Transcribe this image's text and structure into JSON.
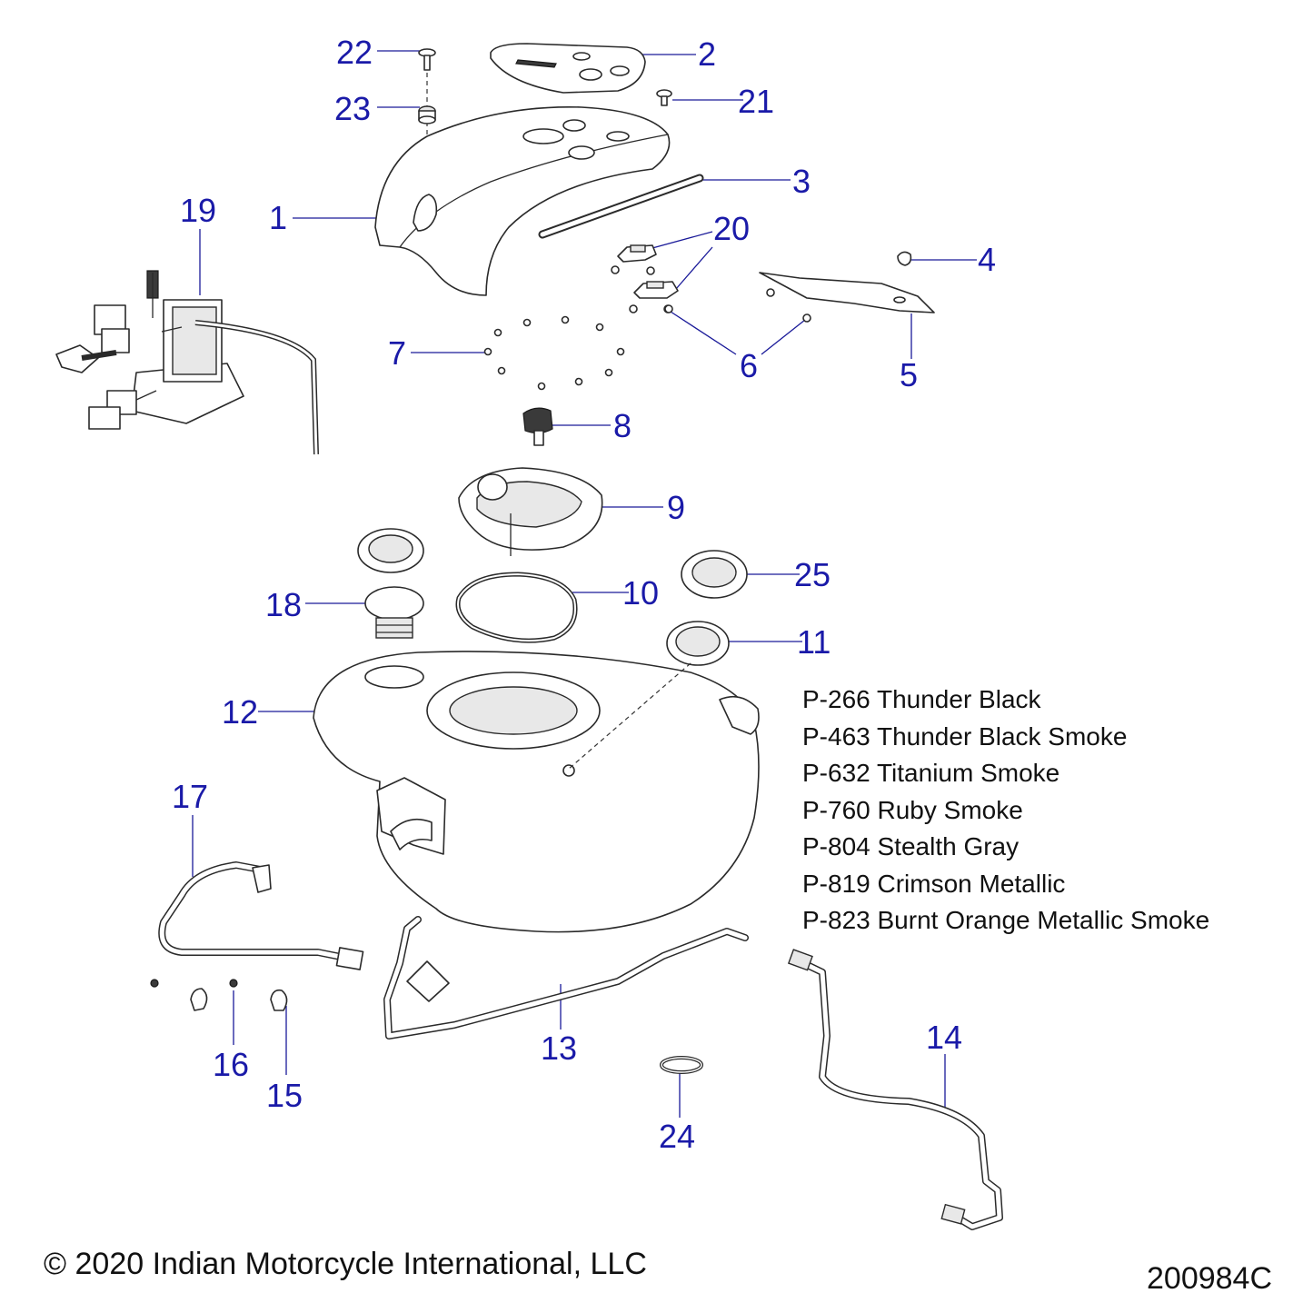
{
  "callouts": [
    "1",
    "2",
    "3",
    "4",
    "5",
    "6",
    "7",
    "8",
    "9",
    "10",
    "11",
    "12",
    "13",
    "14",
    "15",
    "16",
    "17",
    "18",
    "19",
    "20",
    "21",
    "22",
    "23",
    "24",
    "25"
  ],
  "paint_codes": [
    "P-266 Thunder Black",
    "P-463 Thunder Black Smoke",
    "P-632 Titanium Smoke",
    "P-760 Ruby Smoke",
    "P-804 Stealth Gray",
    "P-819 Crimson Metallic",
    "P-823 Burnt Orange Metallic Smoke"
  ],
  "copyright": "© 2020 Indian Motorcycle International, LLC",
  "drawing_number": "200984C",
  "colors": {
    "callout": "#1a1aa8",
    "line_art": "#2a2a2a",
    "text": "#111111",
    "background": "#ffffff"
  }
}
